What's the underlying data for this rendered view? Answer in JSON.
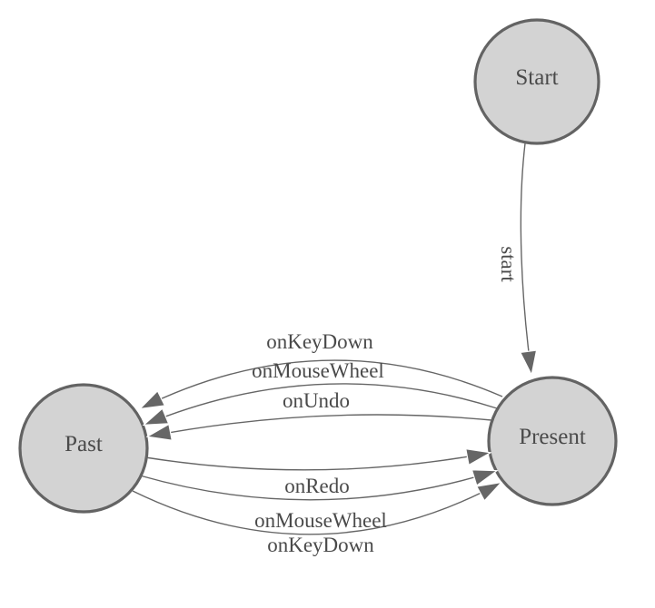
{
  "diagram_type": "state-machine",
  "colors": {
    "background": "#ffffff",
    "node_fill": "#d3d3d3",
    "node_stroke": "#636363",
    "edge_stroke": "#666666",
    "arrowhead": "#666666",
    "text": "#4a4a4a"
  },
  "nodes": {
    "start": {
      "label": "Start"
    },
    "present": {
      "label": "Present"
    },
    "past": {
      "label": "Past"
    }
  },
  "edges": {
    "start_to_present": {
      "label": "start",
      "from": "Start",
      "to": "Present"
    },
    "present_to_past": [
      {
        "label": "onKeyDown",
        "from": "Present",
        "to": "Past"
      },
      {
        "label": "onMouseWheel",
        "from": "Present",
        "to": "Past"
      },
      {
        "label": "onUndo",
        "from": "Present",
        "to": "Past"
      }
    ],
    "past_to_present": [
      {
        "label": "onRedo",
        "from": "Past",
        "to": "Present"
      },
      {
        "label": "onMouseWheel",
        "from": "Past",
        "to": "Present"
      },
      {
        "label": "onKeyDown",
        "from": "Past",
        "to": "Present"
      }
    ]
  }
}
